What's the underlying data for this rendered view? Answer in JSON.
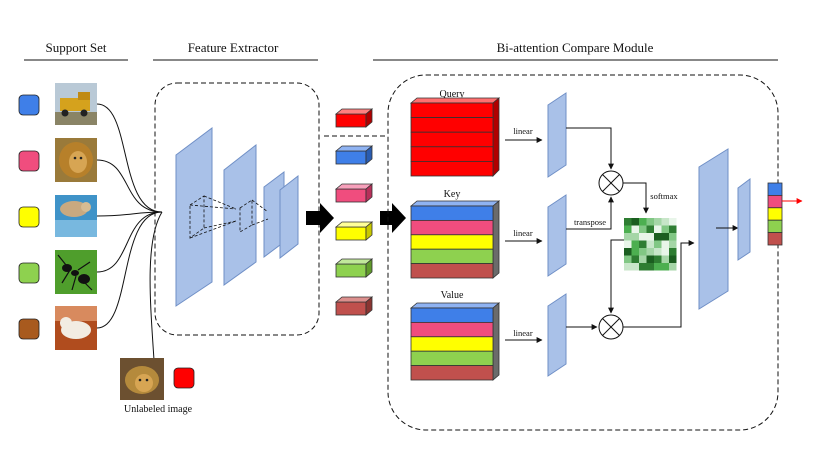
{
  "titles": {
    "support_set": "Support Set",
    "feature_extractor": "Feature Extractor",
    "compare_module": "Bi-attention Compare Module"
  },
  "labels": {
    "query": "Query",
    "key": "Key",
    "value": "Value",
    "linear": "linear",
    "transpose": "transpose",
    "softmax": "softmax",
    "unlabeled_image": "Unlabeled image"
  },
  "colors": {
    "class_blue": "#3f7fe8",
    "class_pink": "#f04d7e",
    "class_yellow": "#ffff00",
    "class_green": "#8ed14f",
    "class_brown": "#a85a1e",
    "query_red": "#ff0000",
    "key_red": "#c0504d",
    "layer_fill": "#a9c1e8",
    "layer_edge": "#6f8fc6",
    "output_arrow": "#ff0000"
  },
  "support_images": [
    "truck-image",
    "lion-image",
    "otter-image",
    "ant-image",
    "ferret-image"
  ]
}
